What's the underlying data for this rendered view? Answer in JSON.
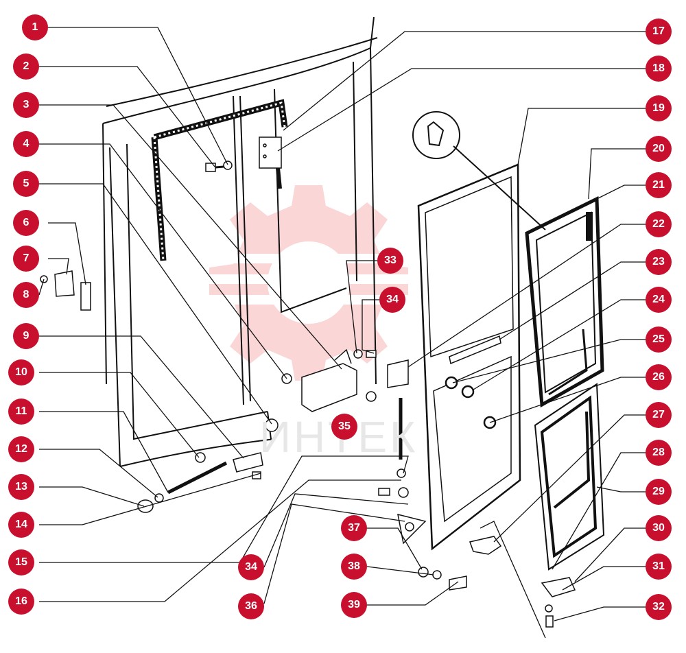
{
  "diagram": {
    "watermark": {
      "text": "ИНТЕК",
      "color": "#f4c5c5"
    },
    "callout_color": "#c8102e",
    "callouts": [
      {
        "label": "1"
      },
      {
        "label": "2"
      },
      {
        "label": "3"
      },
      {
        "label": "4"
      },
      {
        "label": "5"
      },
      {
        "label": "6"
      },
      {
        "label": "7"
      },
      {
        "label": "8"
      },
      {
        "label": "9"
      },
      {
        "label": "10"
      },
      {
        "label": "11"
      },
      {
        "label": "12"
      },
      {
        "label": "13"
      },
      {
        "label": "14"
      },
      {
        "label": "15"
      },
      {
        "label": "16"
      },
      {
        "label": "17"
      },
      {
        "label": "18"
      },
      {
        "label": "19"
      },
      {
        "label": "20"
      },
      {
        "label": "21"
      },
      {
        "label": "22"
      },
      {
        "label": "23"
      },
      {
        "label": "24"
      },
      {
        "label": "25"
      },
      {
        "label": "26"
      },
      {
        "label": "27"
      },
      {
        "label": "28"
      },
      {
        "label": "29"
      },
      {
        "label": "30"
      },
      {
        "label": "31"
      },
      {
        "label": "32"
      },
      {
        "label": "33"
      },
      {
        "label": "34"
      },
      {
        "label": "35"
      },
      {
        "label": "34"
      },
      {
        "label": "36"
      },
      {
        "label": "37"
      },
      {
        "label": "38"
      },
      {
        "label": "39"
      }
    ]
  }
}
